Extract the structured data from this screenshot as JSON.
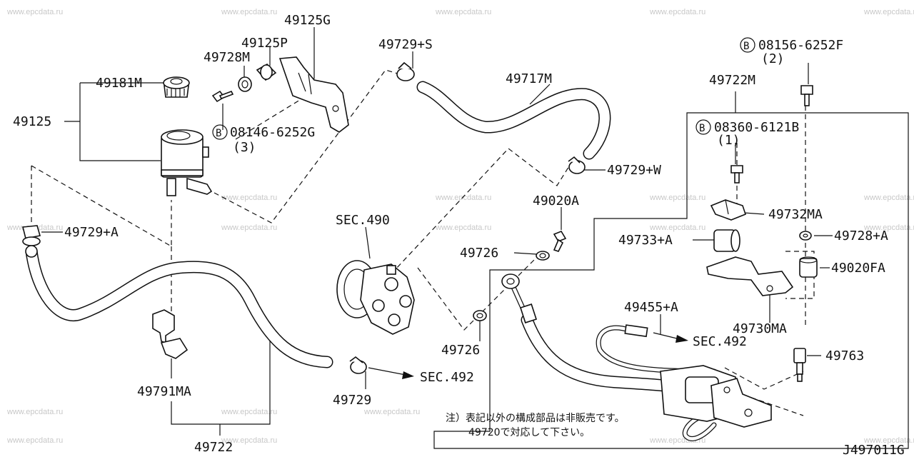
{
  "watermark": "www.epcdata.ru",
  "diagram_code": "J497011G",
  "note": {
    "line1": "注）表記以外の構成部品は非販売です。",
    "line2": "49720で対応して下さい。"
  },
  "labels": {
    "p49125G": "49125G",
    "p49125P": "49125P",
    "p49728M": "49728M",
    "p49181M": "49181M",
    "p49125": "49125",
    "p08146": "08146-6252G",
    "p08146_qty": "(3)",
    "p49729S": "49729+S",
    "p49717M": "49717M",
    "p08156": "08156-6252F",
    "p08156_qty": "(2)",
    "p49722M": "49722M",
    "p08360": "08360-6121B",
    "p08360_qty": "(1)",
    "p49729W": "49729+W",
    "p49020A": "49020A",
    "sec490": "SEC.490",
    "p49732MA": "49732MA",
    "p49733A": "49733+A",
    "p49728A": "49728+A",
    "p49726a": "49726",
    "p49020FA": "49020FA",
    "p49729A": "49729+A",
    "p49730MA": "49730MA",
    "p49455A": "49455+A",
    "sec492a": "SEC.492",
    "p49726b": "49726",
    "p49763": "49763",
    "sec492b": "SEC.492",
    "p49791MA": "49791MA",
    "p49729": "49729",
    "p49722": "49722",
    "bolt_mark": "B"
  }
}
